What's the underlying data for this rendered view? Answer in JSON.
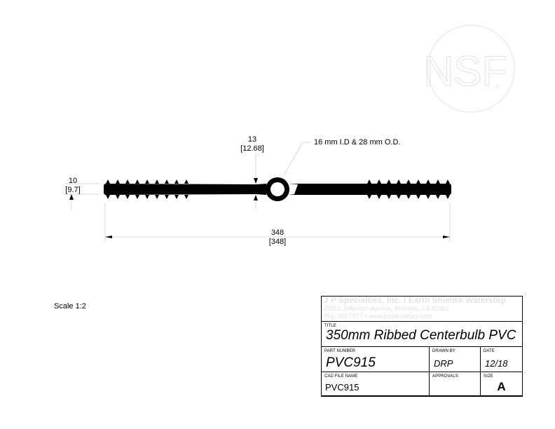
{
  "drawing": {
    "logo": {
      "text": "NSF",
      "mark": "®",
      "color": "#e6e6e6"
    },
    "dimensions": {
      "height": {
        "value": "10",
        "alt": "[9.7]"
      },
      "center_thickness": {
        "value": "13",
        "alt": "[12.68]"
      },
      "bulb_callout": "16 mm I.D & 28 mm O.D.",
      "overall_width": {
        "value": "348",
        "alt": "[348]"
      }
    },
    "scale_label": "Scale 1:2",
    "profile": {
      "type": "ribbed centerbulb waterstop",
      "ribs_per_side": 9,
      "bulb_inner_diameter_mm": 16,
      "bulb_outer_diameter_mm": 28,
      "fill_color": "#000000"
    }
  },
  "title_block": {
    "company": {
      "name": "J P Specialties, Inc. / Earth Shield® Waterstop",
      "address": "25811 Jefferson Avenue, Murrieta, CA 92562",
      "contact": "951-763-7077 • www.jpspecialties.com"
    },
    "title_label": "TITLE",
    "title": "350mm Ribbed Centerbulb PVC",
    "part_number_label": "PART NUMBER",
    "part_number": "PVC915",
    "drawn_by_label": "DRAWN BY",
    "drawn_by": "DRP",
    "date_label": "DATE",
    "date": "12/18",
    "cad_file_label": "CAD FILE NAME",
    "cad_file": "PVC915",
    "approvals_label": "APPROVALS",
    "approvals": "",
    "size_label": "SIZE",
    "size": "A"
  }
}
